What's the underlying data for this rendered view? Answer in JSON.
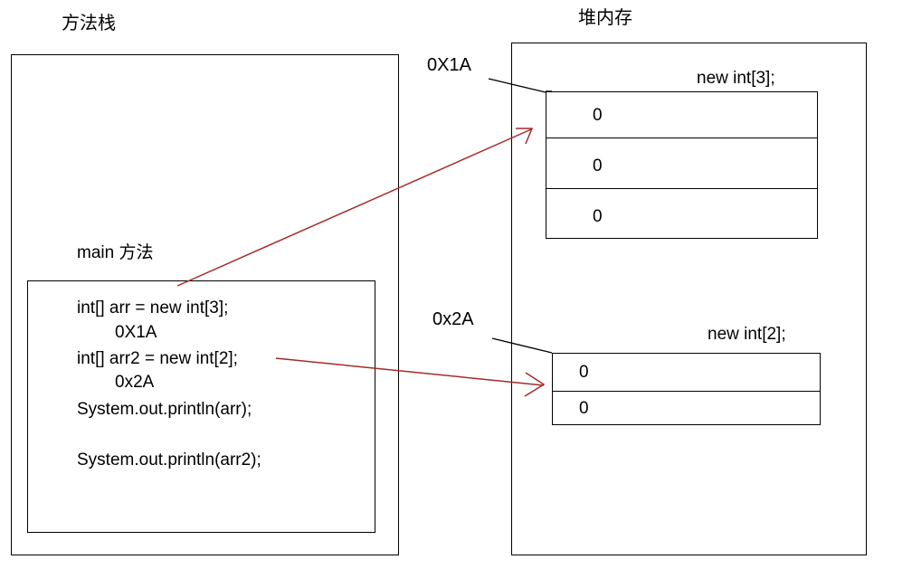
{
  "diagram": {
    "title_stack": "方法栈",
    "title_heap": "堆内存",
    "accent_color": "#A52A2A",
    "line_color": "#000000"
  },
  "stack": {
    "frame_label": "main 方法",
    "code_lines": [
      "int[] arr = new int[3];",
      "0X1A",
      "int[] arr2 = new int[2];",
      "0x2A",
      "System.out.println(arr);",
      "System.out.println(arr2);"
    ]
  },
  "heap": {
    "objects": [
      {
        "address": "0X1A",
        "label": "new int[3];",
        "cells": [
          "0",
          "0",
          "0"
        ]
      },
      {
        "address": "0x2A",
        "label": "new int[2];",
        "cells": [
          "0",
          "0"
        ]
      }
    ]
  }
}
